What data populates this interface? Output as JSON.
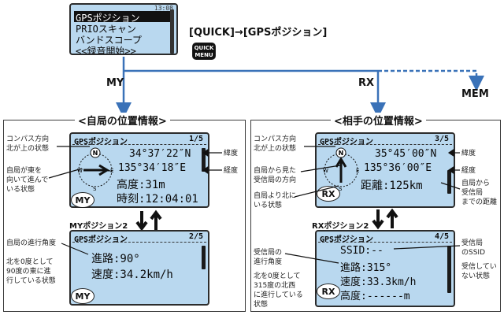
{
  "menu": {
    "items": [
      "GPSポジション",
      "PRIOスキャン",
      "バンドスコープ",
      "<<録音開始>>"
    ],
    "clock": "13:08"
  },
  "path_label": "[QUICK]→[GPSポジション]",
  "quick_key": {
    "line1": "QUICK",
    "line2": "MENU"
  },
  "branches": {
    "my": "MY",
    "rx": "RX",
    "mem": "MEM"
  },
  "my_panel": {
    "title": "<自局の位置情報>",
    "screen1": {
      "header": "GPSポジション",
      "page": "1/5",
      "lat": "34°37′22″N",
      "lon": "135°34′18″E",
      "alt": "高度:31m",
      "time": "時刻:12:04:01",
      "badge": "MY"
    },
    "screen2_label": "MYポジション2",
    "screen2": {
      "header": "GPSポジション",
      "page": "2/5",
      "course": "進路:90°",
      "speed": "速度:34.2km/h",
      "badge": "MY"
    },
    "notes": {
      "compass1": "コンパス方向",
      "compass2": "北が上の状態",
      "heading1": "自局が東を",
      "heading2": "向いて進んで",
      "heading3": "いる状態",
      "lat": "緯度",
      "lon": "経度",
      "course": "自局の進行角度",
      "course_ex1": "北を0度として",
      "course_ex2": "90度の東に進",
      "course_ex3": "行している状態"
    }
  },
  "rx_panel": {
    "title": "<相手の位置情報>",
    "screen1": {
      "header": "GPSポジション",
      "page": "3/5",
      "lat": "35°45′00″N",
      "lon": "135°36′00″E",
      "dist": "距離:125km",
      "badge": "RX"
    },
    "screen2_label": "RXポジション2",
    "screen2": {
      "header": "GPSポジション",
      "page": "4/5",
      "ssid": "SSID:--",
      "course": "進路:315°",
      "speed": "速度:33.3km/h",
      "alt": "高度:------m",
      "badge": "RX"
    },
    "notes": {
      "compass1": "コンパス方向",
      "compass2": "北が上の状態",
      "dir1": "自局から見た",
      "dir2": "受信局の方向",
      "north1": "自局より北に",
      "north2": "いる状態",
      "lat": "緯度",
      "lon": "経度",
      "dist1": "自局から",
      "dist2": "受信局",
      "dist3": "までの距離",
      "course1": "受信局の",
      "course2": "進行角度",
      "course_ex1": "北を0度として",
      "course_ex2": "315度の北西",
      "course_ex3": "に進行している",
      "course_ex4": "状態",
      "ssid1": "受信局",
      "ssid2": "のSSID",
      "ssid3": "受信してい",
      "ssid4": "ない状態"
    }
  }
}
